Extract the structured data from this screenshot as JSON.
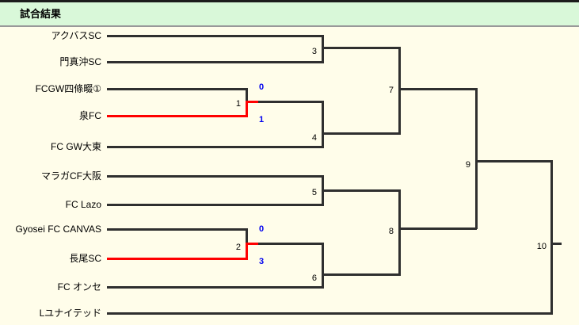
{
  "header": {
    "title": "試合結果"
  },
  "colors": {
    "top_bar": "#1c1c1c",
    "header_bg": "#d9f8d9",
    "divider": "#999999",
    "content_bg": "#fffdea",
    "bracket_line": "#2f2f2f",
    "winner_line": "#ff0000",
    "score_text": "#0000ee"
  },
  "bracket": {
    "teams": [
      {
        "name": "アクバスSC",
        "winner_path": false
      },
      {
        "name": "門真沖SC",
        "winner_path": false
      },
      {
        "name": "FCGW四條畷①",
        "winner_path": false
      },
      {
        "name": "泉FC",
        "winner_path": true
      },
      {
        "name": "FC GW大東",
        "winner_path": false
      },
      {
        "name": "マラガCF大阪",
        "winner_path": false
      },
      {
        "name": "FC Lazo",
        "winner_path": false
      },
      {
        "name": "Gyosei FC CANVAS",
        "winner_path": false
      },
      {
        "name": "長尾SC",
        "winner_path": true
      },
      {
        "name": "FC オンセ",
        "winner_path": false
      },
      {
        "name": "Lユナイテッド",
        "winner_path": false
      }
    ],
    "matches": [
      {
        "number": "1",
        "teams": [
          "FCGW四條畷①",
          "泉FC"
        ],
        "scores": [
          "0",
          "1"
        ],
        "winner": "泉FC"
      },
      {
        "number": "2",
        "teams": [
          "Gyosei FC CANVAS",
          "長尾SC"
        ],
        "scores": [
          "0",
          "3"
        ],
        "winner": "長尾SC"
      },
      {
        "number": "3"
      },
      {
        "number": "4"
      },
      {
        "number": "5"
      },
      {
        "number": "6"
      },
      {
        "number": "7"
      },
      {
        "number": "8"
      },
      {
        "number": "9"
      },
      {
        "number": "10"
      }
    ]
  }
}
